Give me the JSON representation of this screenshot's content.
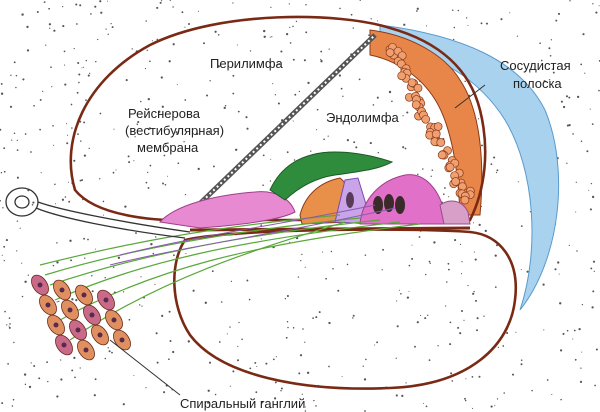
{
  "labels": {
    "perilymph": "Перилимфа",
    "endolymph": "Эндолимфа",
    "reissner_1": "Рейснерова",
    "reissner_2": "(вестибулярная)",
    "reissner_3": "мембрана",
    "stria_1": "Сосудистая",
    "stria_2": "полоска",
    "ganglion": "Спиральный ганглий"
  },
  "colors": {
    "bone_wall": "#7a2a14",
    "stria": "#e0703a",
    "ligament": "#7fb8e0",
    "tectorial": "#2e8b3a",
    "organ_pink": "#e070c8",
    "organ_orange": "#e88a40",
    "nerve": "#5aa83a",
    "ganglion_cell": "#d98050"
  }
}
